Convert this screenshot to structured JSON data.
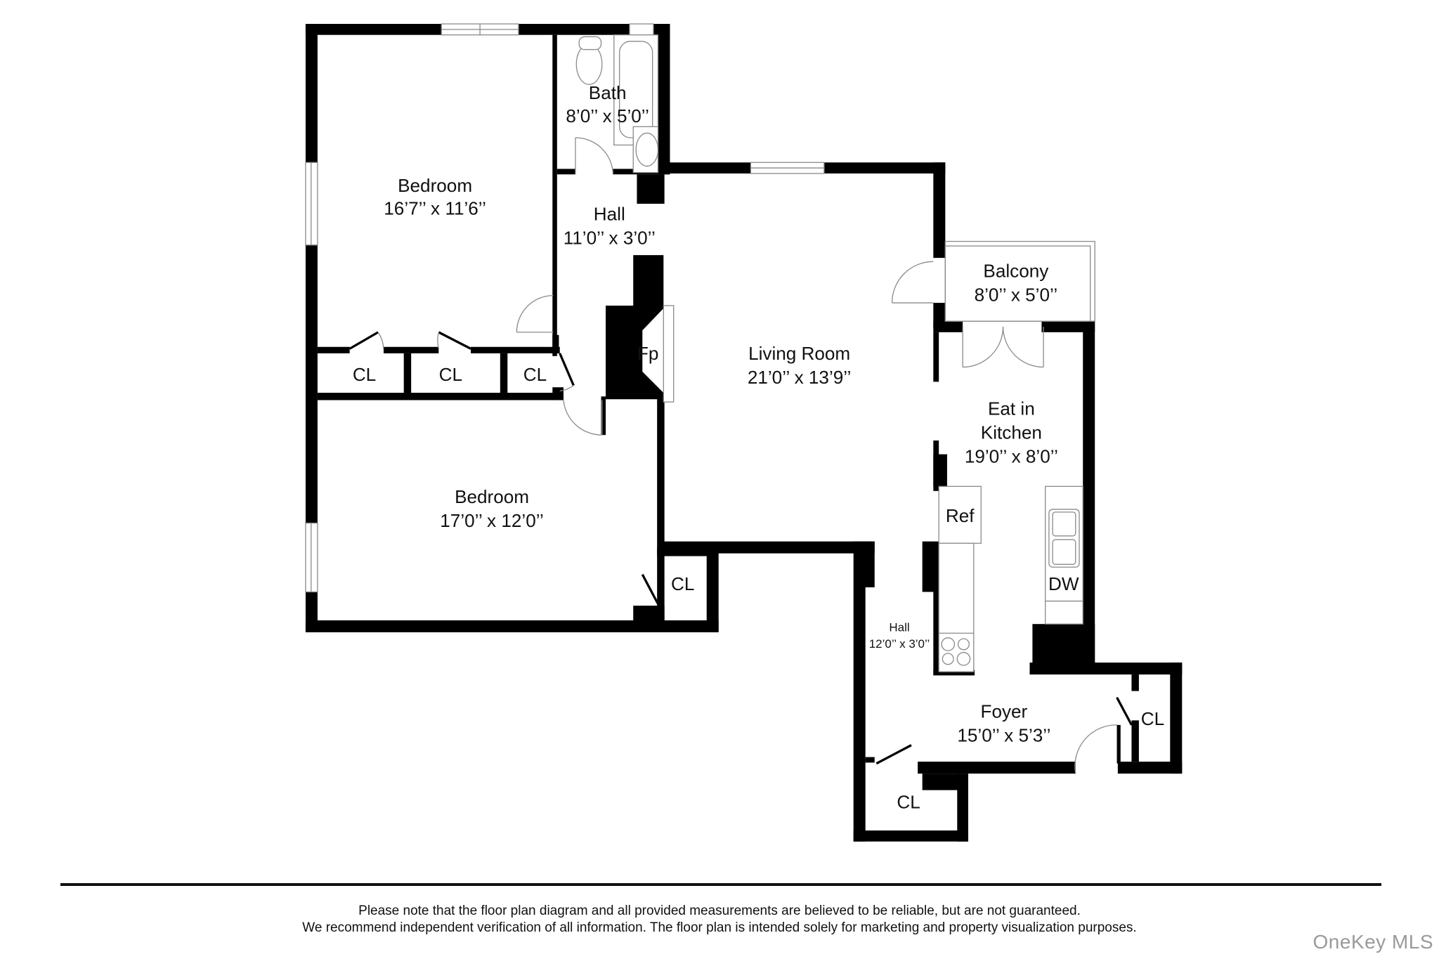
{
  "floor_plan": {
    "rooms": [
      {
        "id": "bedroom-1",
        "name": "Bedroom",
        "dimensions": "16’7’’ x 11’6’’"
      },
      {
        "id": "bath",
        "name": "Bath",
        "dimensions": "8’0’’ x 5’0’’"
      },
      {
        "id": "hall-1",
        "name": "Hall",
        "dimensions": "11’0’’ x 3’0’’"
      },
      {
        "id": "living-room",
        "name": "Living Room",
        "dimensions": "21’0’’ x 13’9’’"
      },
      {
        "id": "balcony",
        "name": "Balcony",
        "dimensions": "8’0’’ x 5’0’’"
      },
      {
        "id": "kitchen",
        "name": "Eat in Kitchen",
        "name_line1": "Eat in",
        "name_line2": "Kitchen",
        "dimensions": "19’0’’ x 8’0’’"
      },
      {
        "id": "bedroom-2",
        "name": "Bedroom",
        "dimensions": "17’0’’ x 12’0’’"
      },
      {
        "id": "hall-2",
        "name": "Hall",
        "dimensions": "12’0’’ x 3’0’’"
      },
      {
        "id": "foyer",
        "name": "Foyer",
        "dimensions": "15’0’’ x 5’3’’"
      }
    ],
    "closets": [
      "CL",
      "CL",
      "CL",
      "CL",
      "CL",
      "CL"
    ],
    "fixtures": {
      "fireplace": "Fp",
      "refrigerator": "Ref",
      "dishwasher": "DW"
    }
  },
  "footer": {
    "disclaimer_line1": "Please note that the floor plan diagram and all provided measurements are believed to be reliable, but are not guaranteed.",
    "disclaimer_line2": "We recommend independent verification of all information. The floor plan is intended solely for marketing and property visualization purposes.",
    "watermark": "OneKey MLS"
  }
}
